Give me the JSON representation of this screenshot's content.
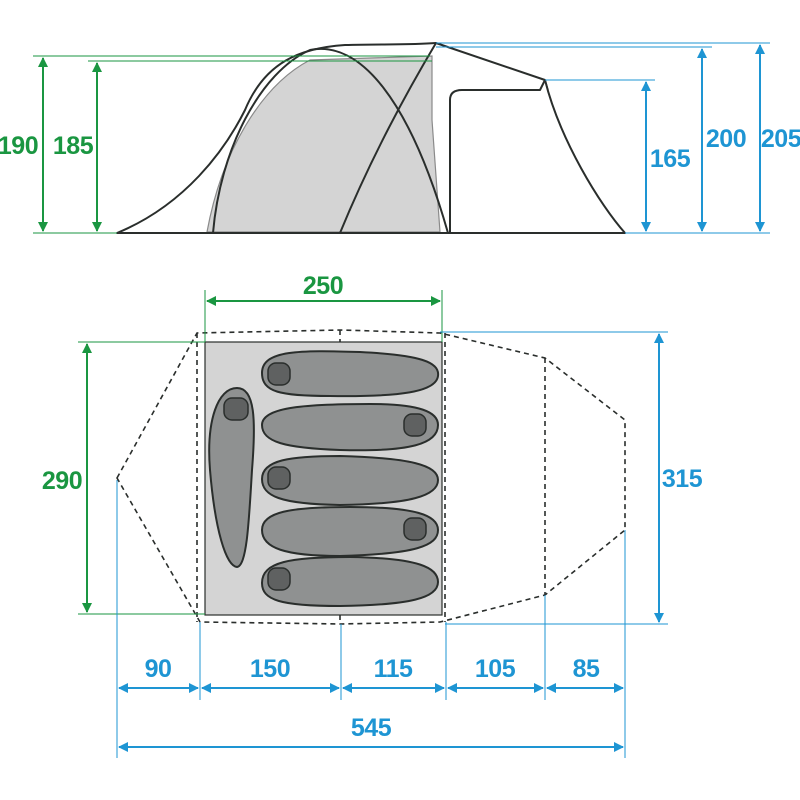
{
  "colors": {
    "green": "#1a9641",
    "blue": "#1e95d3",
    "outline": "#2a2e2c",
    "inner_fill": "#d4d4d4",
    "bag_fill": "#8f9191",
    "hood_fill": "#5f6161"
  },
  "side_view": {
    "heights_green": [
      "190",
      "185"
    ],
    "heights_blue": [
      "165",
      "200",
      "205"
    ]
  },
  "floor_plan": {
    "inner_width": "250",
    "inner_depth": "290",
    "outer_depth": "315",
    "segments": [
      "90",
      "150",
      "115",
      "105",
      "85"
    ],
    "total_length": "545",
    "sleeping_bags": 6
  }
}
